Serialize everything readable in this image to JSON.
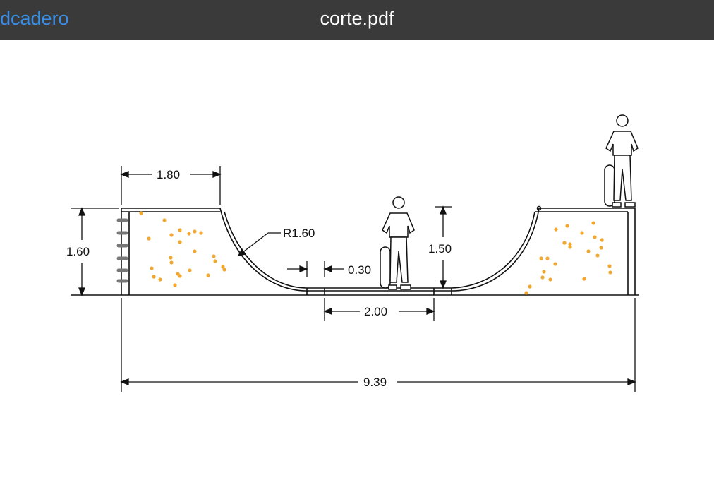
{
  "nav": {
    "back_label": "dcadero"
  },
  "document": {
    "title": "corte.pdf"
  },
  "drawing": {
    "dims": {
      "top_width": "1.80",
      "left_height": "1.60",
      "radius": "R1.60",
      "gap": "0.30",
      "person_height": "1.50",
      "flat_width": "2.00",
      "total_width": "9.39"
    },
    "colors": {
      "fill_dots": "#f0a830",
      "lines": "#111111",
      "rungs": "#777777"
    }
  }
}
